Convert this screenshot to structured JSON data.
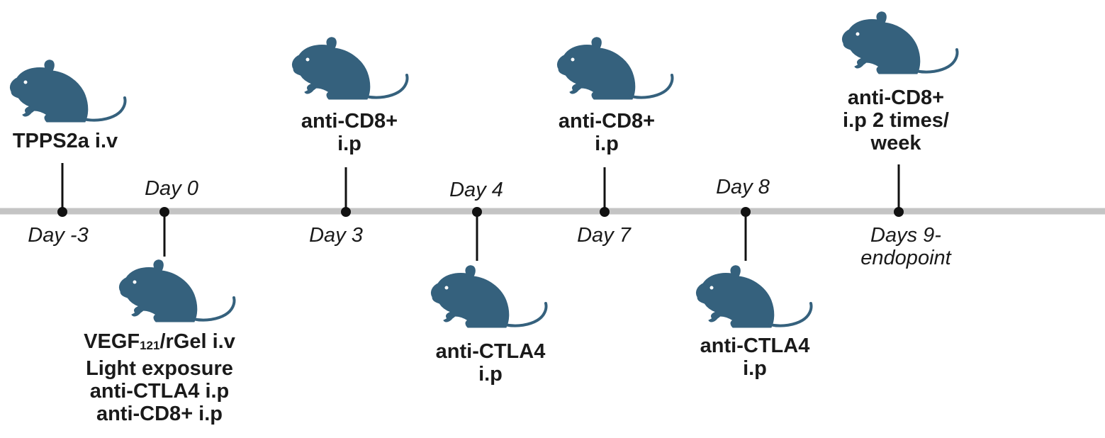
{
  "colors": {
    "mouse": "#35617d",
    "axis": "#c4c4c4",
    "stem": "#111111",
    "text": "#1a1a1a"
  },
  "icons": {
    "mouse": "mouse-icon"
  },
  "events": [
    {
      "id": "day-minus3",
      "day": "Day -3",
      "side": "above",
      "lines": [
        "TPPS2a i.v"
      ]
    },
    {
      "id": "day0",
      "day": "Day 0",
      "side": "below",
      "lines": [
        "VEGF121/rGel i.v",
        "Light exposure",
        "anti-CTLA4 i.p",
        "anti-CD8+ i.p"
      ],
      "line1": {
        "pre": "VEGF",
        "sub": "121",
        "post": "/rGel i.v"
      }
    },
    {
      "id": "day3",
      "day": "Day 3",
      "side": "above",
      "lines": [
        "anti-CD8+",
        "i.p"
      ]
    },
    {
      "id": "day4",
      "day": "Day 4",
      "side": "below",
      "lines": [
        "anti-CTLA4",
        "i.p"
      ]
    },
    {
      "id": "day7",
      "day": "Day 7",
      "side": "above",
      "lines": [
        "anti-CD8+",
        "i.p"
      ]
    },
    {
      "id": "day8",
      "day": "Day 8",
      "side": "below",
      "lines": [
        "anti-CTLA4",
        "i.p"
      ]
    },
    {
      "id": "day9",
      "day": "Days 9-\nendopoint",
      "day_lines": [
        "Days 9-",
        "endopoint"
      ],
      "side": "above",
      "lines": [
        "anti-CD8+",
        "i.p 2 times/",
        "week"
      ]
    }
  ]
}
